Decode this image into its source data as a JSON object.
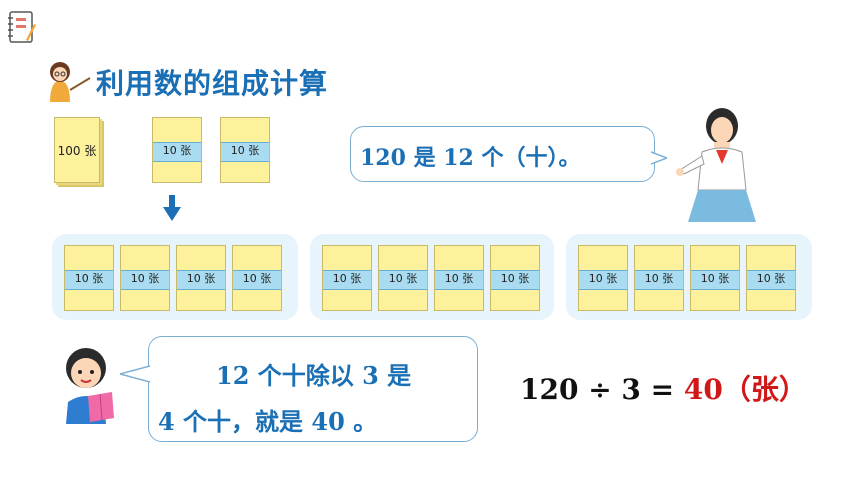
{
  "header": {
    "title": "利用数的组成计算"
  },
  "stacks": {
    "hundred_label": "100 张",
    "bundle_label": "10 张"
  },
  "bubble_top": {
    "text": "120 是 12 个（十）。"
  },
  "bubble_bottom": {
    "line1": "12 个十除以 3 是",
    "line2": "4 个十，就是 40 。"
  },
  "equation": {
    "expression": "120 ÷ 3 =",
    "answer": "40（张）"
  },
  "colors": {
    "accent": "#1a6fb5",
    "answer": "#d01818",
    "paper": "#fdf19b",
    "band": "#a9dcf0",
    "group_bg": "#e8f4fb"
  },
  "icons": [
    "notebook-pencil-icon",
    "teacher-pointer-icon",
    "down-arrow-icon",
    "girl-character",
    "boy-reading-character"
  ]
}
